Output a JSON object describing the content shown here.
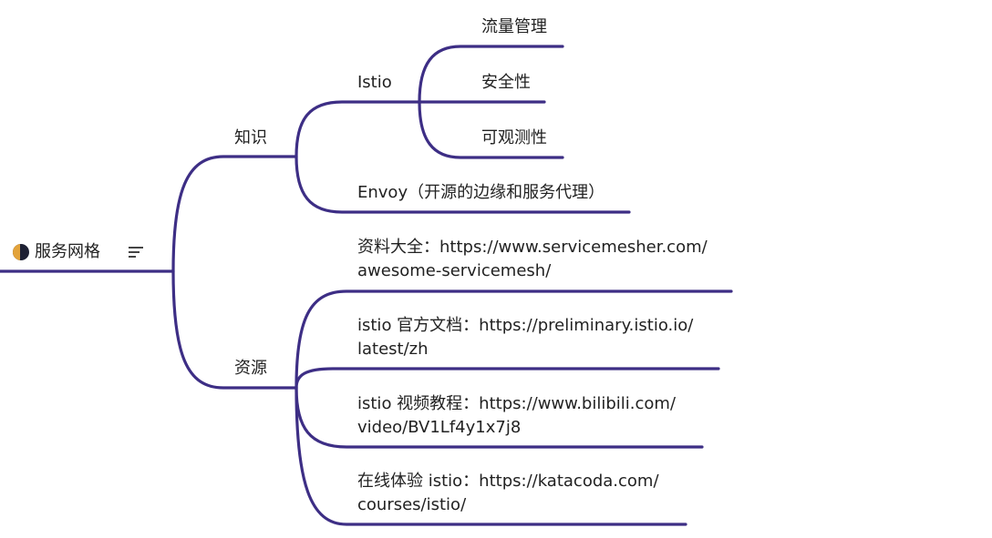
{
  "root": {
    "label": "服务网格",
    "icon": "moon-icon",
    "menu_icon": "menu-icon"
  },
  "branches": {
    "knowledge": {
      "label": "知识",
      "children": {
        "istio": {
          "label": "Istio",
          "children": [
            "流量管理",
            "安全性",
            "可观测性"
          ]
        },
        "envoy": {
          "label": "Envoy（开源的边缘和服务代理）"
        }
      }
    },
    "resources": {
      "label": "资源",
      "children": [
        {
          "line1": "资料大全：https://www.servicemesher.com/",
          "line2": "awesome-servicemesh/"
        },
        {
          "line1": "istio 官方文档：https://preliminary.istio.io/",
          "line2": "latest/zh"
        },
        {
          "line1": "istio 视频教程：https://www.bilibili.com/",
          "line2": "video/BV1Lf4y1x7j8"
        },
        {
          "line1": "在线体验 istio：https://katacoda.com/",
          "line2": "courses/istio/"
        }
      ]
    }
  },
  "colors": {
    "branch": "#3d2e85",
    "text": "#222222"
  }
}
